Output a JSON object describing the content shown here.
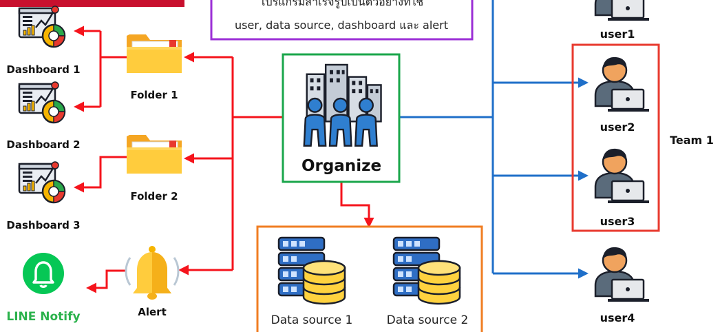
{
  "colors": {
    "red_line": "#f5141c",
    "blue_line": "#1f6fc9",
    "org_border": "#1aa64b",
    "datasource_border": "#f07d22",
    "note_border": "#9b2fd6",
    "team_border": "#e8392e",
    "line_green": "#06c755",
    "top_red_bar": "#c8102e"
  },
  "note": {
    "line1": "โปรแกรมสำเร็จรูปเป็นตัวอย่างที่ใช้",
    "line2": "user, data source, dashboard และ alert"
  },
  "organize": {
    "label": "Organize"
  },
  "folders": [
    {
      "label": "Folder 1"
    },
    {
      "label": "Folder 2"
    }
  ],
  "dashboards": [
    {
      "label": "Dashboard 1"
    },
    {
      "label": "Dashboard 2"
    },
    {
      "label": "Dashboard 3"
    }
  ],
  "alert": {
    "label": "Alert"
  },
  "line_notify": {
    "label": "LINE Notify"
  },
  "datasources": [
    {
      "label": "Data source 1"
    },
    {
      "label": "Data source 2"
    }
  ],
  "users": [
    {
      "label": "user1"
    },
    {
      "label": "user2"
    },
    {
      "label": "user3"
    },
    {
      "label": "user4"
    }
  ],
  "team": {
    "label": "Team 1"
  }
}
